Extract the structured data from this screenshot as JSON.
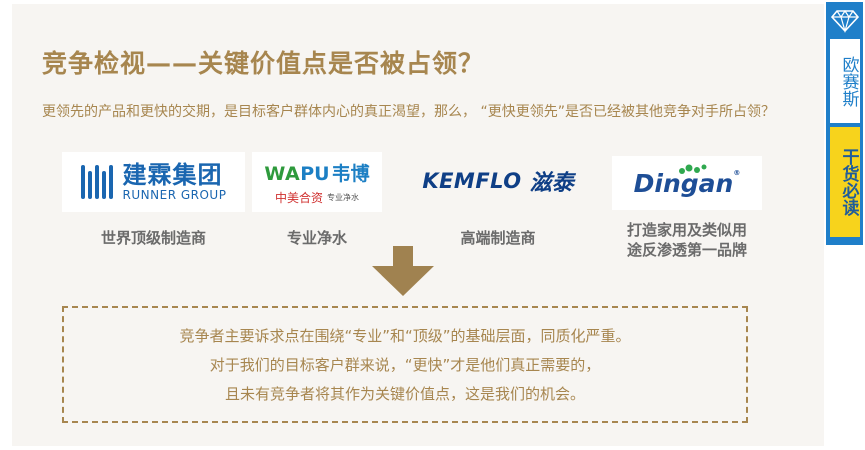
{
  "title": "竞争检视——关键价值点是否被占领？",
  "intro": "更领先的产品和更快的交期，是目标客户群体内心的真正渴望，那么，  “更快更领先”是否已经被其他竞争对手所占领？",
  "competitors": [
    {
      "logo": {
        "cn": "建霖集团",
        "en": "RUNNER GROUP"
      },
      "caption": "世界顶级制造商"
    },
    {
      "logo": {
        "wa": "WA",
        "pu": "PU",
        "cn": "韦博",
        "jv": "中美合资",
        "sub": "专业净水"
      },
      "caption": "专业净水"
    },
    {
      "logo": {
        "en": "KEMFLO",
        "cn": "滋泰"
      },
      "caption": "高端制造商"
    },
    {
      "logo": {
        "en": "Dingan",
        "reg": "®"
      },
      "caption_line1": "打造家用及类似用",
      "caption_line2": "途反渗透第一品牌"
    }
  ],
  "summary": [
    "竞争者主要诉求点在围绕“专业”和“顶级”的基础层面，同质化严重。",
    "对于我们的目标客户群来说，“更快”才是他们真正需要的，",
    "且未有竞争者将其作为关键价值点，这是我们的机会。"
  ],
  "badge": {
    "brand": "欧赛斯",
    "tag": "干货必读",
    "icon": "diamond-icon"
  },
  "colors": {
    "accent": "#a7864f",
    "caption": "#6b6b6b",
    "badge_blue": "#1f7fc9",
    "badge_yellow": "#f7d31c"
  }
}
